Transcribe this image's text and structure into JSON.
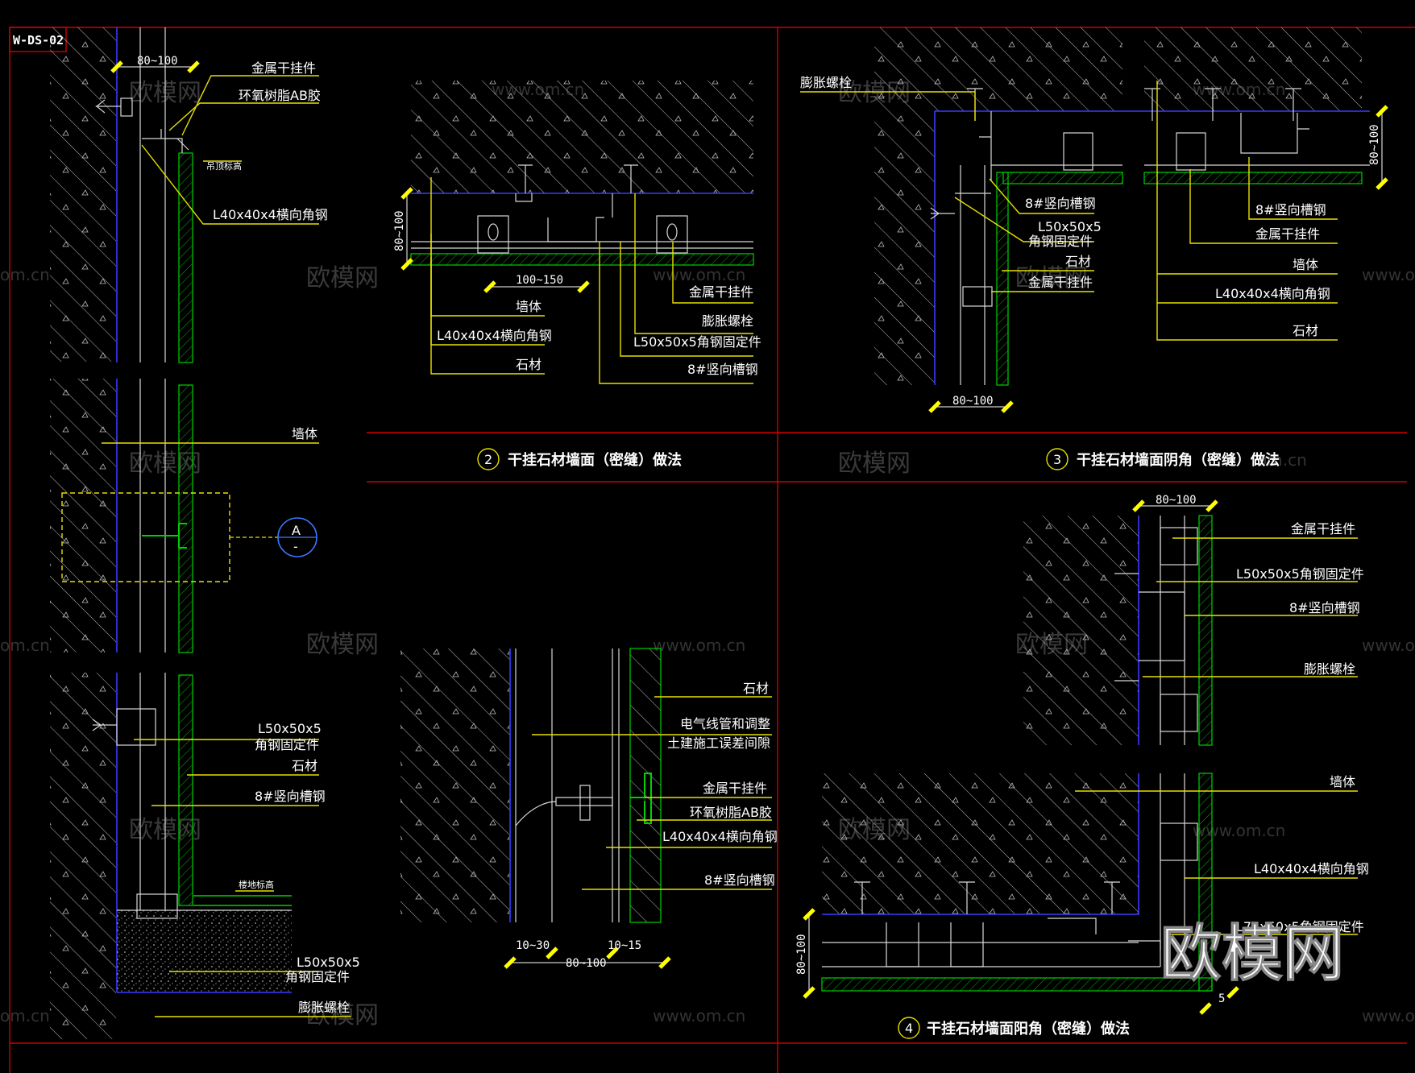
{
  "sheet_code": "W-DS-02",
  "marker": {
    "letter": "A",
    "sub": "-"
  },
  "titles": {
    "t2": {
      "num": "2",
      "text": "干挂石材墙面（密缝）做法"
    },
    "t3": {
      "num": "3",
      "text": "干挂石材墙面阴角（密缝）做法"
    },
    "t4": {
      "num": "4",
      "text": "干挂石材墙面阳角（密缝）做法"
    }
  },
  "left": {
    "dim_top": "80~100",
    "l1": "金属干挂件",
    "l2": "环氧树脂AB胶",
    "l3": "吊顶标高",
    "l4": "L40x40x4横向角钢",
    "l5": "墙体",
    "l6a": "L50x50x5",
    "l6b": "角钢固定件",
    "l7": "石材",
    "l8": "8#竖向槽钢",
    "l9": "楼地标高",
    "l10a": "L50x50x5",
    "l10b": "角钢固定件",
    "l11": "膨胀螺栓"
  },
  "d2": {
    "dim_v": "80~100",
    "dim_h": "100~150",
    "l_wall": "墙体",
    "l_angle": "L40x40x4横向角钢",
    "l_stone": "石材",
    "l_hanger": "金属干挂件",
    "l_bolt": "膨胀螺栓",
    "l_fix": "L50x50x5角钢固定件",
    "l_channel": "8#竖向槽钢"
  },
  "d3": {
    "l_bolt": "膨胀螺栓",
    "dim_v": "80~100",
    "dim_h": "80~100",
    "l_channel1": "8#竖向槽钢",
    "l_fix_a": "L50x50x5",
    "l_fix_b": "角钢固定件",
    "l_stone1": "石材",
    "l_hanger1": "金属干挂件",
    "l_channel2": "8#竖向槽钢",
    "l_hanger2": "金属干挂件",
    "l_wall": "墙体",
    "l_angle": "L40x40x4横向角钢",
    "l_stone2": "石材"
  },
  "dm": {
    "l_stone": "石材",
    "l_gap_a": "电气线管和调整",
    "l_gap_b": "土建施工误差间隙",
    "l_hanger": "金属干挂件",
    "l_glue": "环氧树脂AB胶",
    "l_angle": "L40x40x4横向角钢",
    "l_channel": "8#竖向槽钢",
    "dim1": "10~30",
    "dim2": "10~15",
    "dim3": "80~100"
  },
  "d4": {
    "dim_top": "80~100",
    "l_hanger": "金属干挂件",
    "l_fix": "L50x50x5角钢固定件",
    "l_channel": "8#竖向槽钢",
    "l_bolt": "膨胀螺栓",
    "l_wall": "墙体",
    "l_angle": "L40x40x4横向角钢",
    "l_fix2": "L75x50x5角钢固定件",
    "dim_v": "80~100",
    "dim_small": "5"
  },
  "watermark": {
    "cn": "欧模网",
    "url": "www.om.cn",
    "url2": "om.cn",
    "logo": "欧模网"
  },
  "colors": {
    "background": "#000000",
    "leader": "#e8e000",
    "wall_line": "#3a3aff",
    "stone_line": "#00d000",
    "frame": "#d00000"
  }
}
